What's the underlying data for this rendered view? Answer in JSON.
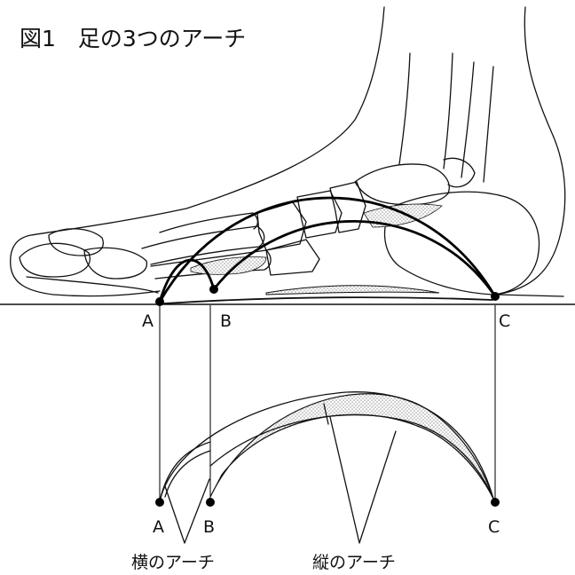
{
  "title": "図1　足の3つのアーチ",
  "points": {
    "a_top": "A",
    "b_top": "B",
    "c_top": "C",
    "a_bottom": "A",
    "b_bottom": "B",
    "c_bottom": "C"
  },
  "captions": {
    "transverse_arch": "横のアーチ",
    "longitudinal_arch": "縦のアーチ"
  },
  "colors": {
    "ink": "#111111",
    "background": "#ffffff",
    "stipple": "#9a9a9a"
  }
}
